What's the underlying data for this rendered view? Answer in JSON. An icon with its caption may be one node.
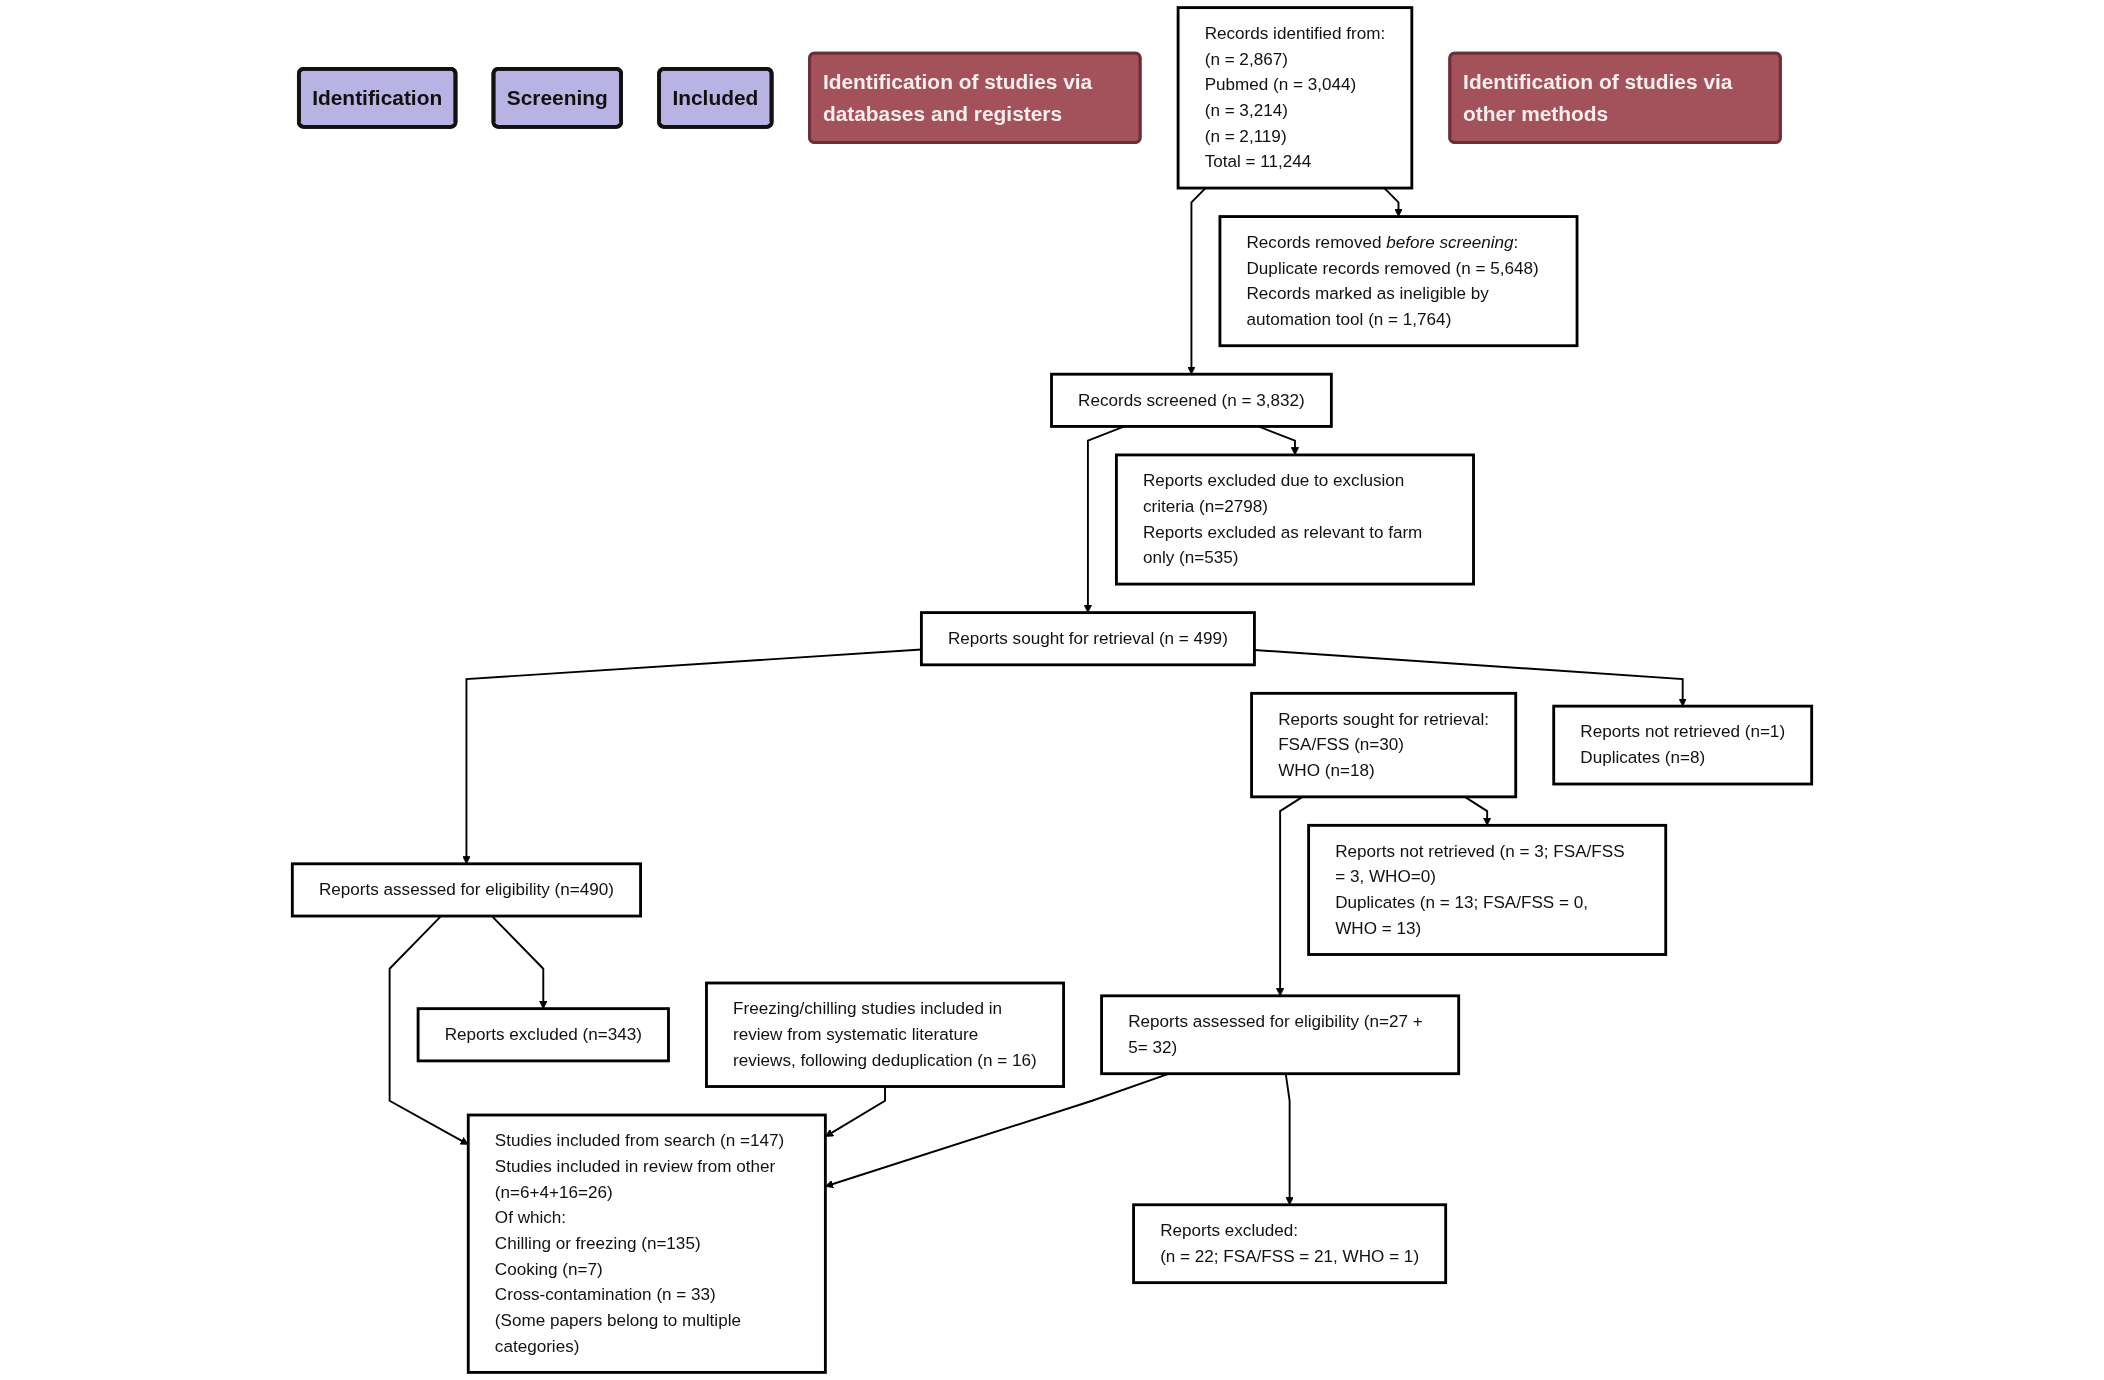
{
  "diagram": {
    "nodes": [
      {
        "text": [
          "Identification of studies via databases and registers"
        ]
      },
      {
        "text": [
          "Identification of studies via other methods"
        ]
      },
      {
        "text": [
          "Identification"
        ]
      },
      {
        "text": [
          "Screening"
        ]
      },
      {
        "text": [
          "Included"
        ]
      },
      {
        "text": [
          "Records identified from:",
          "(n = 2,867)",
          "Pubmed (n = 3,044)",
          "(n = 3,214)",
          "(n = 2,119)",
          "Total = 11,244"
        ]
      },
      {
        "text": [
          "Records removed *before screening*:",
          "Duplicate records removed (n = 5,648)",
          "Records marked as ineligible by automation tool (n = 1,764)"
        ]
      },
      {
        "text": [
          "Records screened (n = 3,832)"
        ]
      },
      {
        "text": [
          "Reports excluded due to exclusion criteria (n=2798)",
          "Reports excluded as relevant to farm only (n=535)"
        ]
      },
      {
        "text": [
          "Reports sought for retrieval (n = 499)"
        ]
      },
      {
        "text": [
          "Reports not retrieved (n=1)",
          "Duplicates (n=8)"
        ]
      },
      {
        "text": [
          "Reports assessed for eligibility (n=490)"
        ]
      },
      {
        "text": [
          "Reports excluded (n=343)"
        ]
      },
      {
        "text": [
          "Studies included from search (n =147)",
          "Studies included in review from other (n=6+4+16=26)",
          "Of which:",
          "Chilling or freezing (n=135)",
          "Cooking (n=7)",
          "Cross-contamination (n = 33)",
          "(Some papers belong to multiple categories)"
        ]
      },
      {
        "text": [
          "Reports sought for retrieval:",
          "FSA/FSS (n=30)",
          "WHO (n=18)"
        ]
      },
      {
        "text": [
          "Reports not retrieved (n = 3; FSA/FSS = 3, WHO=0)",
          "Duplicates (n = 13; FSA/FSS = 0, WHO = 13)"
        ]
      },
      {
        "text": [
          "Reports assessed for eligibility (n=27 + 5= 32)"
        ]
      },
      {
        "text": [
          "Reports excluded:",
          "(n = 22; FSA/FSS = 21, WHO = 1)"
        ]
      },
      {
        "text": [
          "Freezing/chilling studies included in review from systematic literature reviews, following deduplication (n = 16)"
        ]
      }
    ],
    "edges": [
      {
        "from": 5,
        "to": 7,
        "arrow": "to"
      },
      {
        "from": 5,
        "to": 6,
        "arrow": "to"
      },
      {
        "from": 7,
        "to": 9,
        "arrow": "to"
      },
      {
        "from": 7,
        "to": 8,
        "arrow": "to"
      },
      {
        "from": 9,
        "to": 11,
        "arrow": "to"
      },
      {
        "from": 9,
        "to": 10,
        "arrow": "to"
      },
      {
        "from": 11,
        "to": 13,
        "arrow": "to"
      },
      {
        "from": 11,
        "to": 12,
        "arrow": "to"
      },
      {
        "from": 14,
        "to": 16,
        "arrow": "to"
      },
      {
        "from": 14,
        "to": 15,
        "arrow": "to"
      },
      {
        "from": 16,
        "to": 13,
        "arrow": "to"
      },
      {
        "from": 16,
        "to": 17,
        "arrow": "to"
      },
      {
        "from": 18,
        "to": 13,
        "arrow": "to"
      }
    ]
  }
}
